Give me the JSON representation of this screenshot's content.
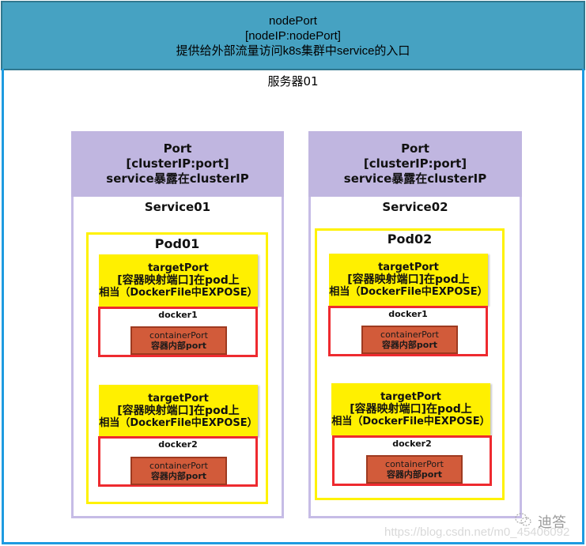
{
  "node_port": {
    "title": "nodePort",
    "address": "[nodeIP:nodePort]",
    "description": "提供给外部流量访问k8s集群中service的入口"
  },
  "server": {
    "label": "服务器01"
  },
  "services": [
    {
      "port_title": "Port",
      "port_address": "[clusterIP:port]",
      "port_desc": "service暴露在clusterIP",
      "name": "Service01",
      "pod": {
        "name": "Pod01",
        "containers": [
          {
            "target_title": "targetPort",
            "target_line2": "[容器映射端口]在pod上",
            "target_line3": "相当（DockerFile中EXPOSE）",
            "docker": "docker1",
            "cp_line1": "containerPort",
            "cp_line2": "容器内部port"
          },
          {
            "target_title": "targetPort",
            "target_line2": "[容器映射端口]在pod上",
            "target_line3": "相当（DockerFile中EXPOSE）",
            "docker": "docker2",
            "cp_line1": "containerPort",
            "cp_line2": "容器内部port"
          }
        ]
      }
    },
    {
      "port_title": "Port",
      "port_address": "[clusterIP:port]",
      "port_desc": "service暴露在clusterIP",
      "name": "Service02",
      "pod": {
        "name": "Pod02",
        "containers": [
          {
            "target_title": "targetPort",
            "target_line2": "[容器映射端口]在pod上",
            "target_line3": "相当（DockerFile中EXPOSE）",
            "docker": "docker1",
            "cp_line1": "containerPort",
            "cp_line2": "容器内部port"
          },
          {
            "target_title": "targetPort",
            "target_line2": "[容器映射端口]在pod上",
            "target_line3": "相当（DockerFile中EXPOSE）",
            "docker": "docker2",
            "cp_line1": "containerPort",
            "cp_line2": "容器内部port"
          }
        ]
      }
    }
  ],
  "watermark": {
    "brand": "迪答",
    "url": "https://blog.csdn.net/m0_45406092"
  },
  "colors": {
    "node_header": "#46A2C2",
    "server_border": "#1E9BE0",
    "service_header": "#C0B6E0",
    "pod_border": "#FFF200",
    "target_port": "#FFF000",
    "docker_border": "#EE2A2F",
    "container_port": "#D25B3A"
  }
}
